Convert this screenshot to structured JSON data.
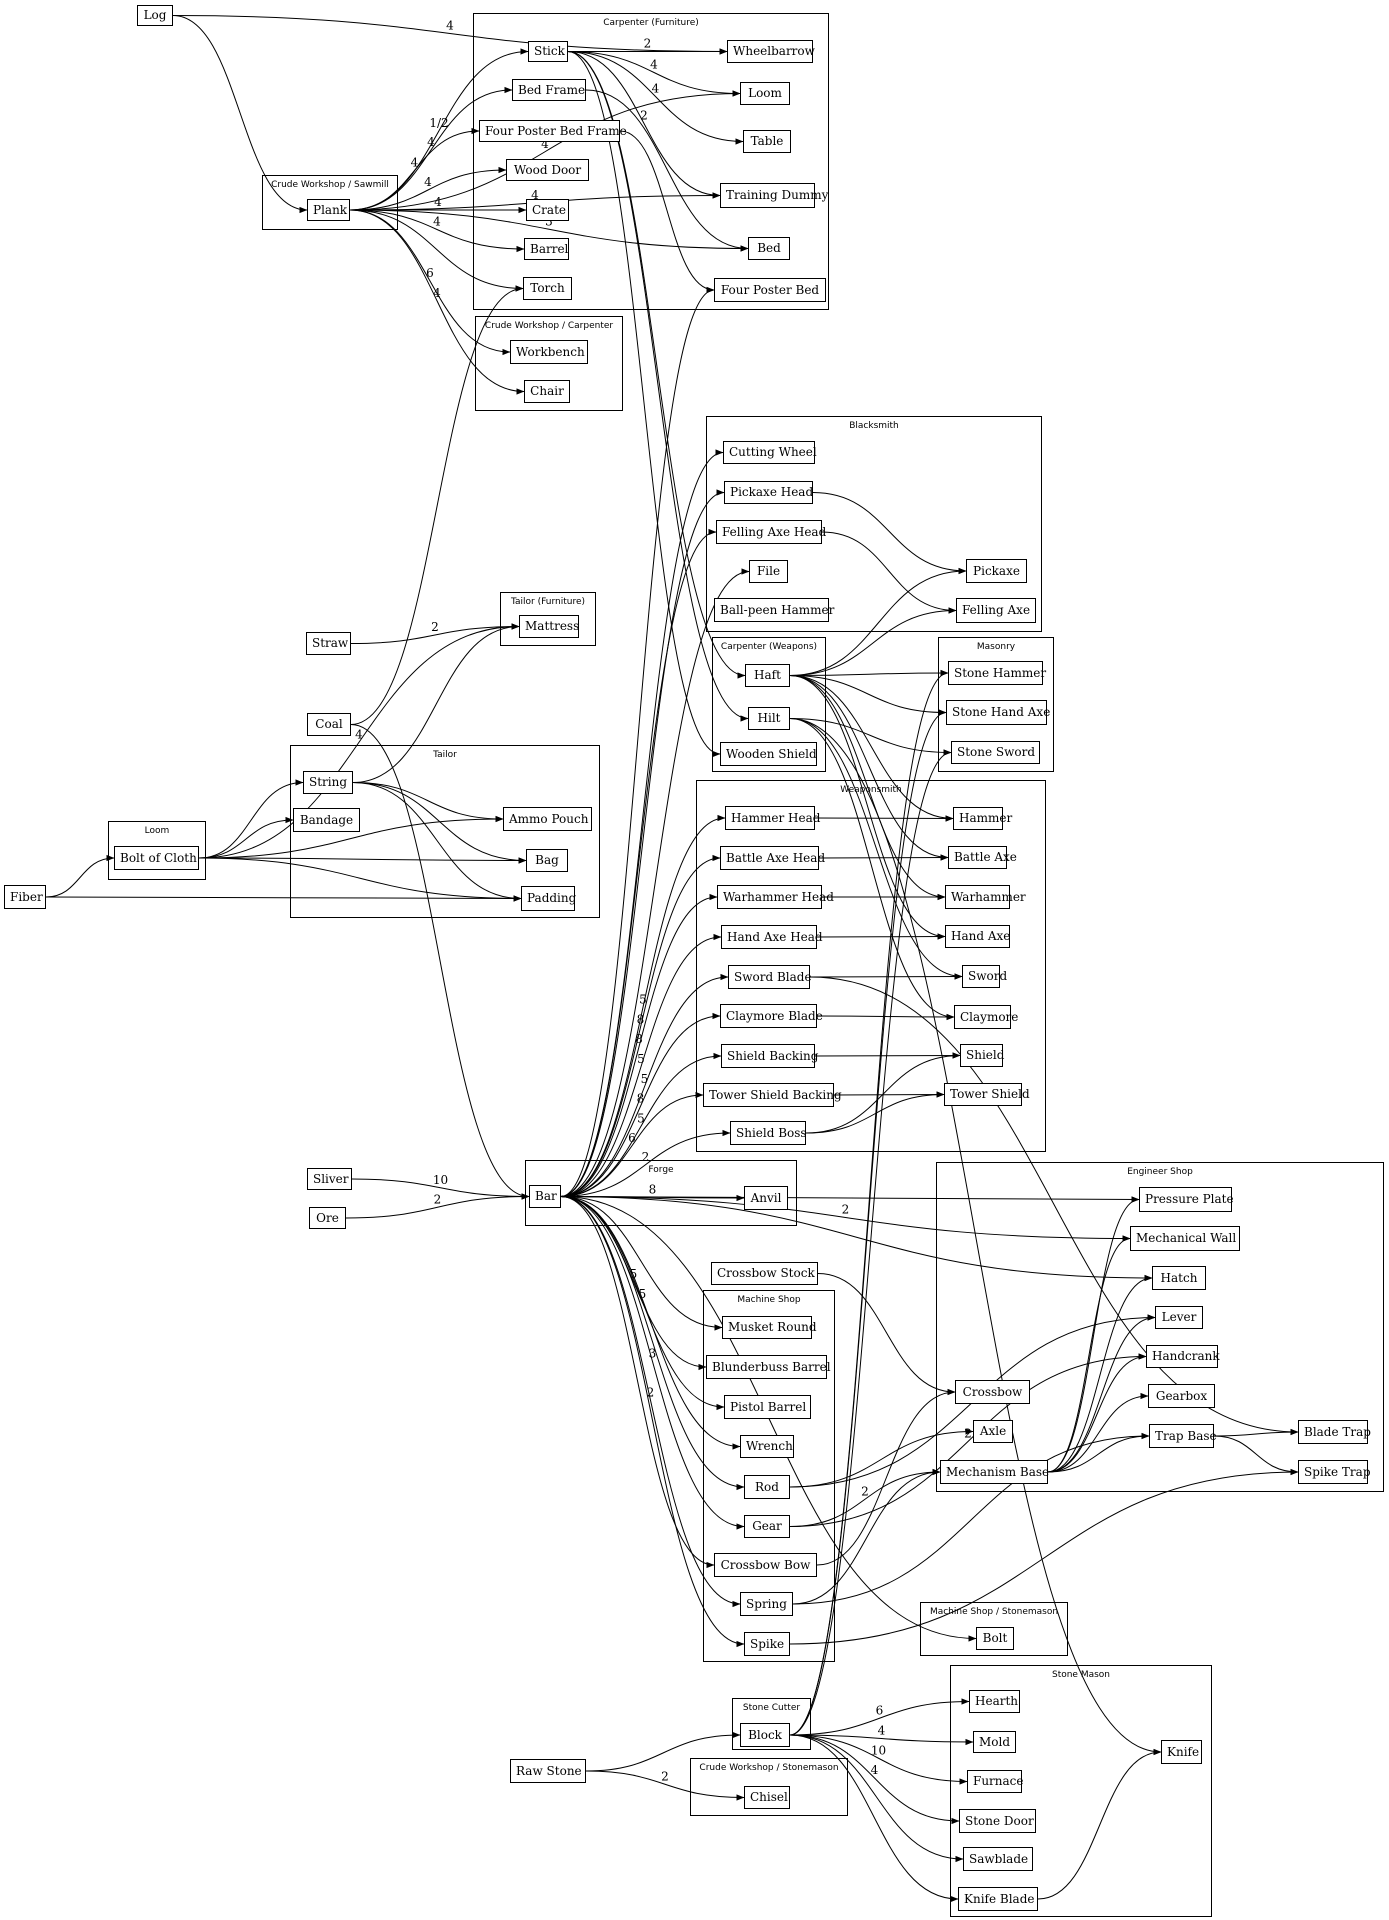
{
  "clusters": [
    {
      "id": "carp_furn",
      "label": "Carpenter (Furniture)"
    },
    {
      "id": "crude_sawmill",
      "label": "Crude Workshop / Sawmill"
    },
    {
      "id": "crude_carp",
      "label": "Crude Workshop / Carpenter"
    },
    {
      "id": "blacksmith",
      "label": "Blacksmith"
    },
    {
      "id": "tailor_furn",
      "label": "Tailor (Furniture)"
    },
    {
      "id": "carp_weap",
      "label": "Carpenter (Weapons)"
    },
    {
      "id": "masonry",
      "label": "Masonry"
    },
    {
      "id": "tailor",
      "label": "Tailor"
    },
    {
      "id": "loom",
      "label": "Loom"
    },
    {
      "id": "weaponsmith",
      "label": "Weaponsmith"
    },
    {
      "id": "forge",
      "label": "Forge"
    },
    {
      "id": "engineer",
      "label": "Engineer Shop"
    },
    {
      "id": "machine",
      "label": "Machine Shop"
    },
    {
      "id": "machine_stone",
      "label": "Machine Shop / Stonemason"
    },
    {
      "id": "stonemason",
      "label": "Stone Mason"
    },
    {
      "id": "stonecutter",
      "label": "Stone Cutter"
    },
    {
      "id": "crude_stone",
      "label": "Crude Workshop / Stonemason"
    }
  ],
  "nodes": [
    {
      "id": "log",
      "label": "Log"
    },
    {
      "id": "stick",
      "label": "Stick"
    },
    {
      "id": "wheelbarrow",
      "label": "Wheelbarrow"
    },
    {
      "id": "loom_item",
      "label": "Loom"
    },
    {
      "id": "bedframe",
      "label": "Bed Frame"
    },
    {
      "id": "fpbedframe",
      "label": "Four Poster Bed Frame"
    },
    {
      "id": "table",
      "label": "Table"
    },
    {
      "id": "wooddoor",
      "label": "Wood Door"
    },
    {
      "id": "dummy",
      "label": "Training Dummy"
    },
    {
      "id": "plank",
      "label": "Plank"
    },
    {
      "id": "crate",
      "label": "Crate"
    },
    {
      "id": "barrel",
      "label": "Barrel"
    },
    {
      "id": "bed",
      "label": "Bed"
    },
    {
      "id": "torch",
      "label": "Torch"
    },
    {
      "id": "fpbed",
      "label": "Four Poster Bed"
    },
    {
      "id": "workbench",
      "label": "Workbench"
    },
    {
      "id": "chair",
      "label": "Chair"
    },
    {
      "id": "cuttingwheel",
      "label": "Cutting Wheel"
    },
    {
      "id": "pickaxehead",
      "label": "Pickaxe Head"
    },
    {
      "id": "fellingaxehead",
      "label": "Felling Axe Head"
    },
    {
      "id": "file",
      "label": "File"
    },
    {
      "id": "pickaxe",
      "label": "Pickaxe"
    },
    {
      "id": "fellingaxe",
      "label": "Felling Axe"
    },
    {
      "id": "ballpeen",
      "label": "Ball-peen Hammer"
    },
    {
      "id": "mattress",
      "label": "Mattress"
    },
    {
      "id": "straw",
      "label": "Straw"
    },
    {
      "id": "haft",
      "label": "Haft"
    },
    {
      "id": "hilt",
      "label": "Hilt"
    },
    {
      "id": "woodenshield",
      "label": "Wooden Shield"
    },
    {
      "id": "stonehammer",
      "label": "Stone Hammer"
    },
    {
      "id": "stonehandaxe",
      "label": "Stone Hand Axe"
    },
    {
      "id": "stonesword",
      "label": "Stone Sword"
    },
    {
      "id": "coal",
      "label": "Coal"
    },
    {
      "id": "string",
      "label": "String"
    },
    {
      "id": "bandage",
      "label": "Bandage"
    },
    {
      "id": "ammopouch",
      "label": "Ammo Pouch"
    },
    {
      "id": "bag",
      "label": "Bag"
    },
    {
      "id": "padding",
      "label": "Padding"
    },
    {
      "id": "boltcloth",
      "label": "Bolt of Cloth"
    },
    {
      "id": "fiber",
      "label": "Fiber"
    },
    {
      "id": "hammerhead",
      "label": "Hammer Head"
    },
    {
      "id": "hammer",
      "label": "Hammer"
    },
    {
      "id": "battleaxehead",
      "label": "Battle Axe Head"
    },
    {
      "id": "battleaxe",
      "label": "Battle Axe"
    },
    {
      "id": "warhammerhead",
      "label": "Warhammer Head"
    },
    {
      "id": "warhammer",
      "label": "Warhammer"
    },
    {
      "id": "handaxehead",
      "label": "Hand Axe Head"
    },
    {
      "id": "handaxe",
      "label": "Hand Axe"
    },
    {
      "id": "swordblade",
      "label": "Sword Blade"
    },
    {
      "id": "sword",
      "label": "Sword"
    },
    {
      "id": "claymoreblade",
      "label": "Claymore Blade"
    },
    {
      "id": "claymore",
      "label": "Claymore"
    },
    {
      "id": "shieldbacking",
      "label": "Shield Backing"
    },
    {
      "id": "shield",
      "label": "Shield"
    },
    {
      "id": "towershieldbacking",
      "label": "Tower Shield Backing"
    },
    {
      "id": "towershield",
      "label": "Tower Shield"
    },
    {
      "id": "shieldboss",
      "label": "Shield Boss"
    },
    {
      "id": "sliver",
      "label": "Sliver"
    },
    {
      "id": "ore",
      "label": "Ore"
    },
    {
      "id": "bar",
      "label": "Bar"
    },
    {
      "id": "anvil",
      "label": "Anvil"
    },
    {
      "id": "pressureplate",
      "label": "Pressure Plate"
    },
    {
      "id": "mechwall",
      "label": "Mechanical Wall"
    },
    {
      "id": "crossbowstock",
      "label": "Crossbow Stock"
    },
    {
      "id": "hatch",
      "label": "Hatch"
    },
    {
      "id": "musketround",
      "label": "Musket Round"
    },
    {
      "id": "lever",
      "label": "Lever"
    },
    {
      "id": "handcrank",
      "label": "Handcrank"
    },
    {
      "id": "blunderbuss",
      "label": "Blunderbuss Barrel"
    },
    {
      "id": "gearbox",
      "label": "Gearbox"
    },
    {
      "id": "pistolbarrel",
      "label": "Pistol Barrel"
    },
    {
      "id": "crossbow",
      "label": "Crossbow"
    },
    {
      "id": "traphase",
      "label": "Trap Base"
    },
    {
      "id": "bladetrap",
      "label": "Blade Trap"
    },
    {
      "id": "wrench",
      "label": "Wrench"
    },
    {
      "id": "axle",
      "label": "Axle"
    },
    {
      "id": "rod",
      "label": "Rod"
    },
    {
      "id": "mechbase",
      "label": "Mechanism Base"
    },
    {
      "id": "spiketrap",
      "label": "Spike Trap"
    },
    {
      "id": "gear",
      "label": "Gear"
    },
    {
      "id": "crossbowbow",
      "label": "Crossbow Bow"
    },
    {
      "id": "spring",
      "label": "Spring"
    },
    {
      "id": "bolt",
      "label": "Bolt"
    },
    {
      "id": "spike",
      "label": "Spike"
    },
    {
      "id": "hearth",
      "label": "Hearth"
    },
    {
      "id": "block",
      "label": "Block"
    },
    {
      "id": "mold",
      "label": "Mold"
    },
    {
      "id": "knife",
      "label": "Knife"
    },
    {
      "id": "rawstone",
      "label": "Raw Stone"
    },
    {
      "id": "furnace",
      "label": "Furnace"
    },
    {
      "id": "chisel",
      "label": "Chisel"
    },
    {
      "id": "stonedoor",
      "label": "Stone Door"
    },
    {
      "id": "sawblade",
      "label": "Sawblade"
    },
    {
      "id": "knifeblade",
      "label": "Knife Blade"
    }
  ],
  "edges": [
    {
      "from": "log",
      "to": "wheelbarrow",
      "label": "4"
    },
    {
      "from": "log",
      "to": "plank",
      "label": ""
    },
    {
      "from": "plank",
      "to": "stick",
      "label": "1/2"
    },
    {
      "from": "plank",
      "to": "bedframe",
      "label": "4"
    },
    {
      "from": "plank",
      "to": "fpbedframe",
      "label": "4"
    },
    {
      "from": "plank",
      "to": "wooddoor",
      "label": "4"
    },
    {
      "from": "plank",
      "to": "crate",
      "label": "4"
    },
    {
      "from": "plank",
      "to": "barrel",
      "label": "4"
    },
    {
      "from": "plank",
      "to": "torch",
      "label": ""
    },
    {
      "from": "plank",
      "to": "workbench",
      "label": "6"
    },
    {
      "from": "plank",
      "to": "chair",
      "label": "4"
    },
    {
      "from": "plank",
      "to": "dummy",
      "label": "4"
    },
    {
      "from": "plank",
      "to": "loom_item",
      "label": "4"
    },
    {
      "from": "plank",
      "to": "bed",
      "label": "3"
    },
    {
      "from": "stick",
      "to": "wheelbarrow",
      "label": "2"
    },
    {
      "from": "stick",
      "to": "loom_item",
      "label": "4"
    },
    {
      "from": "stick",
      "to": "table",
      "label": "4"
    },
    {
      "from": "stick",
      "to": "dummy",
      "label": "2"
    },
    {
      "from": "stick",
      "to": "haft",
      "label": ""
    },
    {
      "from": "stick",
      "to": "hilt",
      "label": ""
    },
    {
      "from": "stick",
      "to": "woodenshield",
      "label": ""
    },
    {
      "from": "bedframe",
      "to": "bed",
      "label": ""
    },
    {
      "from": "fpbedframe",
      "to": "fpbed",
      "label": ""
    },
    {
      "from": "coal",
      "to": "torch",
      "label": ""
    },
    {
      "from": "coal",
      "to": "bar",
      "label": ""
    },
    {
      "from": "straw",
      "to": "mattress",
      "label": "2"
    },
    {
      "from": "boltcloth",
      "to": "mattress",
      "label": "4"
    },
    {
      "from": "boltcloth",
      "to": "string",
      "label": ""
    },
    {
      "from": "boltcloth",
      "to": "bandage",
      "label": ""
    },
    {
      "from": "boltcloth",
      "to": "ammopouch",
      "label": ""
    },
    {
      "from": "boltcloth",
      "to": "bag",
      "label": ""
    },
    {
      "from": "boltcloth",
      "to": "padding",
      "label": ""
    },
    {
      "from": "string",
      "to": "mattress",
      "label": ""
    },
    {
      "from": "string",
      "to": "bag",
      "label": ""
    },
    {
      "from": "string",
      "to": "ammopouch",
      "label": ""
    },
    {
      "from": "string",
      "to": "padding",
      "label": ""
    },
    {
      "from": "fiber",
      "to": "boltcloth",
      "label": ""
    },
    {
      "from": "fiber",
      "to": "padding",
      "label": ""
    },
    {
      "from": "pickaxehead",
      "to": "pickaxe",
      "label": ""
    },
    {
      "from": "fellingaxehead",
      "to": "fellingaxe",
      "label": ""
    },
    {
      "from": "haft",
      "to": "stonehammer",
      "label": ""
    },
    {
      "from": "haft",
      "to": "stonehandaxe",
      "label": ""
    },
    {
      "from": "haft",
      "to": "pickaxe",
      "label": ""
    },
    {
      "from": "haft",
      "to": "fellingaxe",
      "label": ""
    },
    {
      "from": "haft",
      "to": "hammer",
      "label": ""
    },
    {
      "from": "haft",
      "to": "battleaxe",
      "label": ""
    },
    {
      "from": "haft",
      "to": "warhammer",
      "label": ""
    },
    {
      "from": "haft",
      "to": "handaxe",
      "label": ""
    },
    {
      "from": "hilt",
      "to": "stonesword",
      "label": ""
    },
    {
      "from": "hilt",
      "to": "sword",
      "label": ""
    },
    {
      "from": "hilt",
      "to": "claymore",
      "label": ""
    },
    {
      "from": "hammerhead",
      "to": "hammer",
      "label": ""
    },
    {
      "from": "battleaxehead",
      "to": "battleaxe",
      "label": ""
    },
    {
      "from": "warhammerhead",
      "to": "warhammer",
      "label": ""
    },
    {
      "from": "handaxehead",
      "to": "handaxe",
      "label": ""
    },
    {
      "from": "swordblade",
      "to": "sword",
      "label": ""
    },
    {
      "from": "swordblade",
      "to": "bladetrap",
      "label": ""
    },
    {
      "from": "claymoreblade",
      "to": "claymore",
      "label": ""
    },
    {
      "from": "shieldbacking",
      "to": "shield",
      "label": ""
    },
    {
      "from": "towershieldbacking",
      "to": "towershield",
      "label": ""
    },
    {
      "from": "shieldboss",
      "to": "shield",
      "label": ""
    },
    {
      "from": "shieldboss",
      "to": "towershield",
      "label": ""
    },
    {
      "from": "sliver",
      "to": "bar",
      "label": "10"
    },
    {
      "from": "ore",
      "to": "bar",
      "label": "2"
    },
    {
      "from": "bar",
      "to": "anvil",
      "label": "8"
    },
    {
      "from": "bar",
      "to": "cuttingwheel",
      "label": ""
    },
    {
      "from": "bar",
      "to": "pickaxehead",
      "label": ""
    },
    {
      "from": "bar",
      "to": "fellingaxehead",
      "label": ""
    },
    {
      "from": "bar",
      "to": "file",
      "label": ""
    },
    {
      "from": "bar",
      "to": "fpbed",
      "label": ""
    },
    {
      "from": "bar",
      "to": "hammerhead",
      "label": "5"
    },
    {
      "from": "bar",
      "to": "battleaxehead",
      "label": "8"
    },
    {
      "from": "bar",
      "to": "warhammerhead",
      "label": "8"
    },
    {
      "from": "bar",
      "to": "handaxehead",
      "label": "5"
    },
    {
      "from": "bar",
      "to": "swordblade",
      "label": "5"
    },
    {
      "from": "bar",
      "to": "claymoreblade",
      "label": "8"
    },
    {
      "from": "bar",
      "to": "shieldbacking",
      "label": "5"
    },
    {
      "from": "bar",
      "to": "towershieldbacking",
      "label": "6"
    },
    {
      "from": "bar",
      "to": "shieldboss",
      "label": "2"
    },
    {
      "from": "bar",
      "to": "musketround",
      "label": ""
    },
    {
      "from": "bar",
      "to": "blunderbuss",
      "label": "5"
    },
    {
      "from": "bar",
      "to": "pistolbarrel",
      "label": "5"
    },
    {
      "from": "bar",
      "to": "wrench",
      "label": ""
    },
    {
      "from": "bar",
      "to": "rod",
      "label": ""
    },
    {
      "from": "bar",
      "to": "gear",
      "label": "3"
    },
    {
      "from": "bar",
      "to": "crossbowbow",
      "label": ""
    },
    {
      "from": "bar",
      "to": "spring",
      "label": "2"
    },
    {
      "from": "bar",
      "to": "spike",
      "label": ""
    },
    {
      "from": "bar",
      "to": "bolt",
      "label": ""
    },
    {
      "from": "bar",
      "to": "pressureplate",
      "label": ""
    },
    {
      "from": "bar",
      "to": "mechwall",
      "label": "2"
    },
    {
      "from": "bar",
      "to": "hatch",
      "label": ""
    },
    {
      "from": "crossbowstock",
      "to": "crossbow",
      "label": ""
    },
    {
      "from": "crossbowbow",
      "to": "crossbow",
      "label": ""
    },
    {
      "from": "rod",
      "to": "axle",
      "label": ""
    },
    {
      "from": "rod",
      "to": "lever",
      "label": ""
    },
    {
      "from": "gear",
      "to": "handcrank",
      "label": "2"
    },
    {
      "from": "gear",
      "to": "mechbase",
      "label": "2"
    },
    {
      "from": "spring",
      "to": "mechbase",
      "label": ""
    },
    {
      "from": "spring",
      "to": "traphase",
      "label": ""
    },
    {
      "from": "spike",
      "to": "spiketrap",
      "label": ""
    },
    {
      "from": "mechbase",
      "to": "pressureplate",
      "label": ""
    },
    {
      "from": "mechbase",
      "to": "mechwall",
      "label": ""
    },
    {
      "from": "mechbase",
      "to": "hatch",
      "label": ""
    },
    {
      "from": "mechbase",
      "to": "lever",
      "label": ""
    },
    {
      "from": "mechbase",
      "to": "handcrank",
      "label": ""
    },
    {
      "from": "mechbase",
      "to": "gearbox",
      "label": ""
    },
    {
      "from": "mechbase",
      "to": "traphase",
      "label": ""
    },
    {
      "from": "traphase",
      "to": "bladetrap",
      "label": ""
    },
    {
      "from": "traphase",
      "to": "spiketrap",
      "label": ""
    },
    {
      "from": "rawstone",
      "to": "block",
      "label": ""
    },
    {
      "from": "rawstone",
      "to": "chisel",
      "label": "2"
    },
    {
      "from": "block",
      "to": "hearth",
      "label": "6"
    },
    {
      "from": "block",
      "to": "mold",
      "label": "4"
    },
    {
      "from": "block",
      "to": "furnace",
      "label": "10"
    },
    {
      "from": "block",
      "to": "stonedoor",
      "label": "4"
    },
    {
      "from": "block",
      "to": "sawblade",
      "label": ""
    },
    {
      "from": "block",
      "to": "knifeblade",
      "label": ""
    },
    {
      "from": "block",
      "to": "stonehammer",
      "label": ""
    },
    {
      "from": "block",
      "to": "stonehandaxe",
      "label": ""
    },
    {
      "from": "block",
      "to": "stonesword",
      "label": ""
    },
    {
      "from": "knifeblade",
      "to": "knife",
      "label": ""
    },
    {
      "from": "hilt",
      "to": "knife",
      "label": ""
    }
  ]
}
